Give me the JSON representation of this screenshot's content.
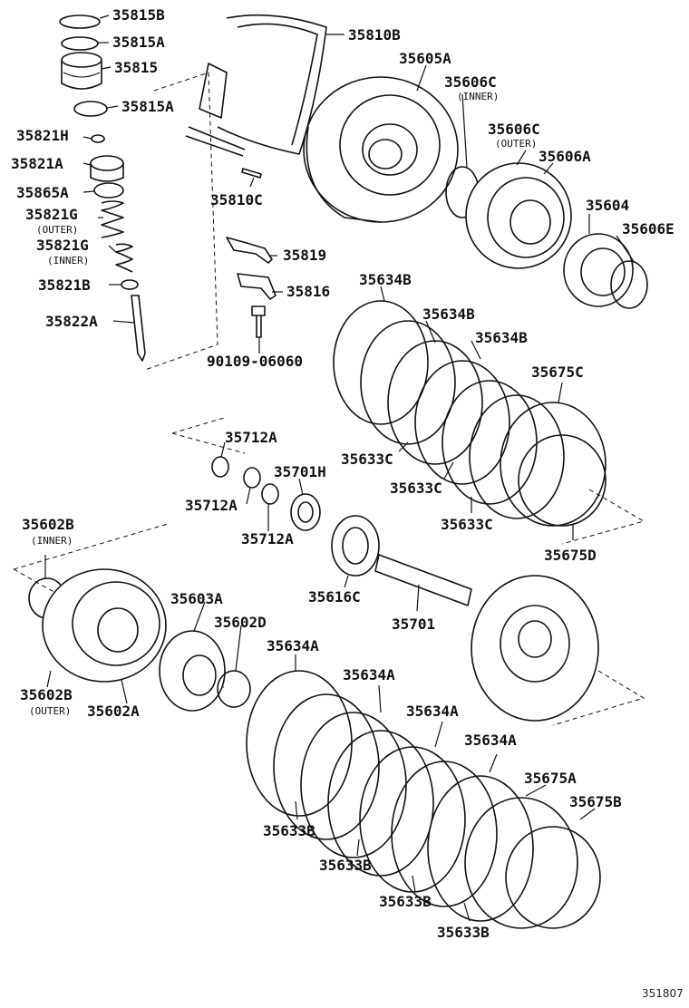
{
  "diagram": {
    "figure_number": "351807",
    "labels": [
      {
        "id": "35815B",
        "text": "35815B"
      },
      {
        "id": "35815A_top",
        "text": "35815A"
      },
      {
        "id": "35815",
        "text": "35815"
      },
      {
        "id": "35815A_bottom",
        "text": "35815A"
      },
      {
        "id": "35821H",
        "text": "35821H"
      },
      {
        "id": "35821A",
        "text": "35821A"
      },
      {
        "id": "35865A",
        "text": "35865A"
      },
      {
        "id": "35821G_outer",
        "text": "35821G",
        "sub": "(OUTER)"
      },
      {
        "id": "35821G_inner",
        "text": "35821G",
        "sub": "(INNER)"
      },
      {
        "id": "35821B",
        "text": "35821B"
      },
      {
        "id": "35822A",
        "text": "35822A"
      },
      {
        "id": "35810B",
        "text": "35810B"
      },
      {
        "id": "35605A",
        "text": "35605A"
      },
      {
        "id": "35606C_inner",
        "text": "35606C",
        "sub": "(INNER)"
      },
      {
        "id": "35606C_outer",
        "text": "35606C",
        "sub": "(OUTER)"
      },
      {
        "id": "35606A",
        "text": "35606A"
      },
      {
        "id": "35604",
        "text": "35604"
      },
      {
        "id": "35606E",
        "text": "35606E"
      },
      {
        "id": "35810C",
        "text": "35810C"
      },
      {
        "id": "35819",
        "text": "35819"
      },
      {
        "id": "35816",
        "text": "35816"
      },
      {
        "id": "90109-06060",
        "text": "90109-06060"
      },
      {
        "id": "35634B_1",
        "text": "35634B"
      },
      {
        "id": "35634B_2",
        "text": "35634B"
      },
      {
        "id": "35634B_3",
        "text": "35634B"
      },
      {
        "id": "35675C",
        "text": "35675C"
      },
      {
        "id": "35633C_1",
        "text": "35633C"
      },
      {
        "id": "35633C_2",
        "text": "35633C"
      },
      {
        "id": "35633C_3",
        "text": "35633C"
      },
      {
        "id": "35675D",
        "text": "35675D"
      },
      {
        "id": "35712A_1",
        "text": "35712A"
      },
      {
        "id": "35712A_2",
        "text": "35712A"
      },
      {
        "id": "35712A_3",
        "text": "35712A"
      },
      {
        "id": "35701H",
        "text": "35701H"
      },
      {
        "id": "35616C",
        "text": "35616C"
      },
      {
        "id": "35701",
        "text": "35701"
      },
      {
        "id": "35602B_inner",
        "text": "35602B",
        "sub": "(INNER)"
      },
      {
        "id": "35602B_outer",
        "text": "35602B",
        "sub": "(OUTER)"
      },
      {
        "id": "35602A",
        "text": "35602A"
      },
      {
        "id": "35603A",
        "text": "35603A"
      },
      {
        "id": "35602D",
        "text": "35602D"
      },
      {
        "id": "35634A_1",
        "text": "35634A"
      },
      {
        "id": "35634A_2",
        "text": "35634A"
      },
      {
        "id": "35634A_3",
        "text": "35634A"
      },
      {
        "id": "35634A_4",
        "text": "35634A"
      },
      {
        "id": "35675A",
        "text": "35675A"
      },
      {
        "id": "35675B",
        "text": "35675B"
      },
      {
        "id": "35633B_1",
        "text": "35633B"
      },
      {
        "id": "35633B_2",
        "text": "35633B"
      },
      {
        "id": "35633B_3",
        "text": "35633B"
      },
      {
        "id": "35633B_4",
        "text": "35633B"
      }
    ]
  }
}
